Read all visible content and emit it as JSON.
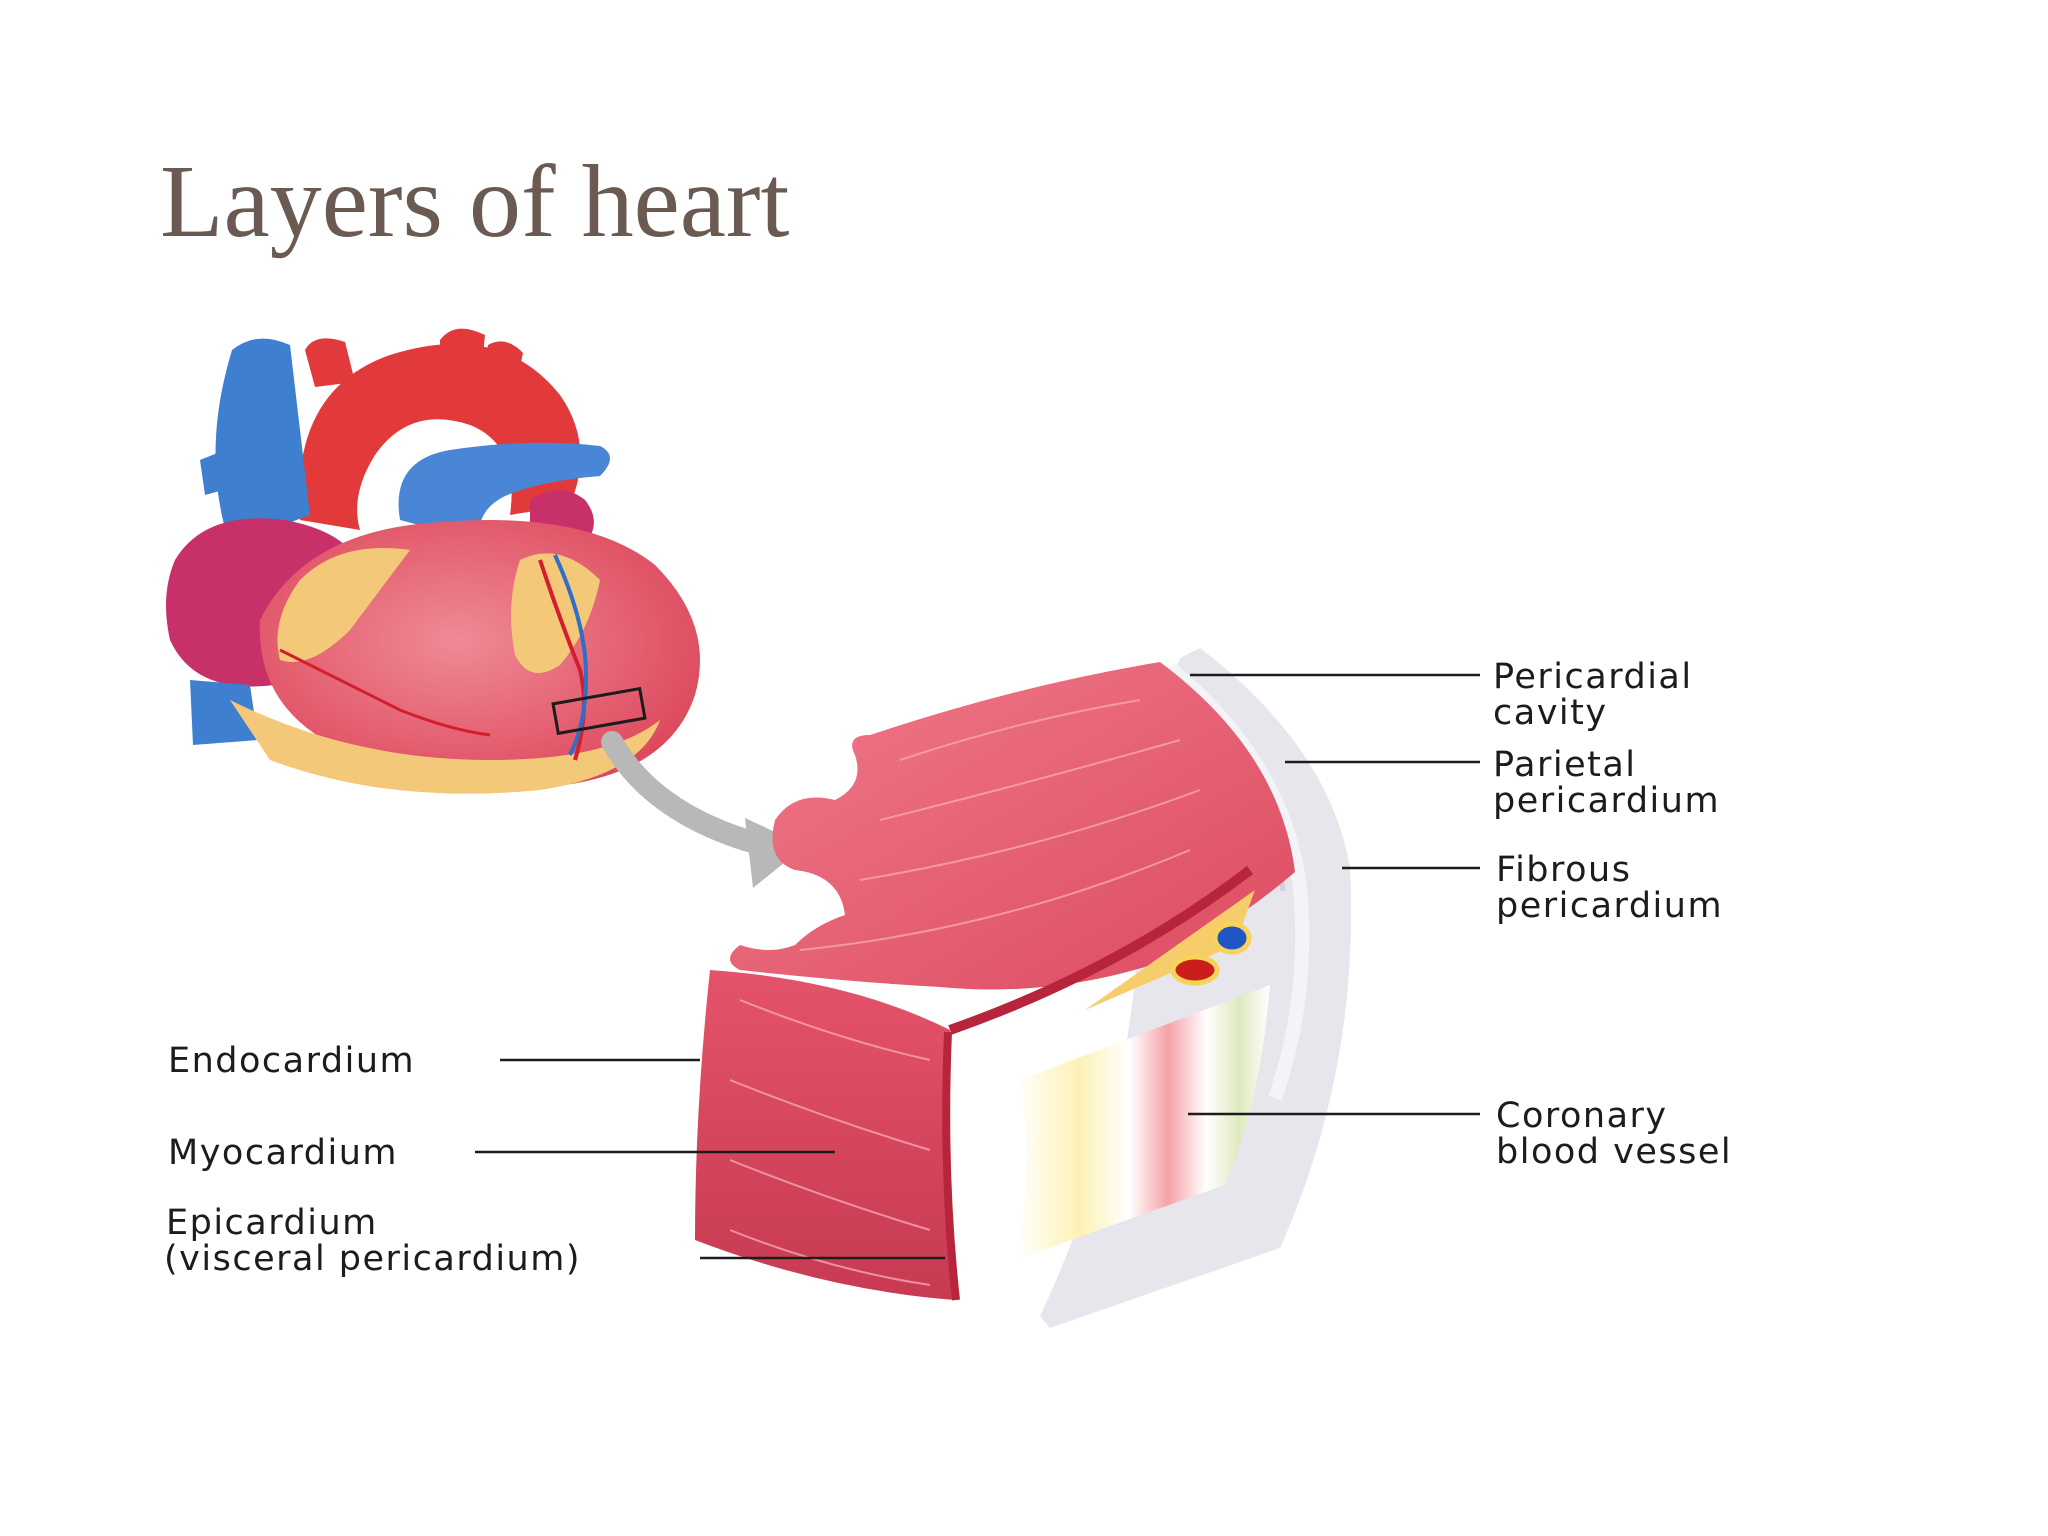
{
  "slide": {
    "title": "Layers of heart"
  },
  "diagram": {
    "labels": {
      "pericardial_cavity": [
        "Pericardial",
        "cavity"
      ],
      "parietal_pericardium": [
        "Parietal",
        "pericardium"
      ],
      "fibrous_pericardium": [
        "Fibrous",
        "pericardium"
      ],
      "coronary_blood_vessel": [
        "Coronary",
        "blood vessel"
      ],
      "endocardium": [
        "Endocardium"
      ],
      "myocardium": [
        "Myocardium"
      ],
      "epicardium": [
        "Epicardium",
        "(visceral pericardium)"
      ]
    },
    "colors": {
      "muscle": "#e8566a",
      "aorta": "#e23a3a",
      "vein": "#3f7fd0",
      "fat": "#f3c879",
      "atrium": "#c8306a",
      "pericardium": "#e6e6ec",
      "arrow": "#b8b8b8"
    }
  }
}
